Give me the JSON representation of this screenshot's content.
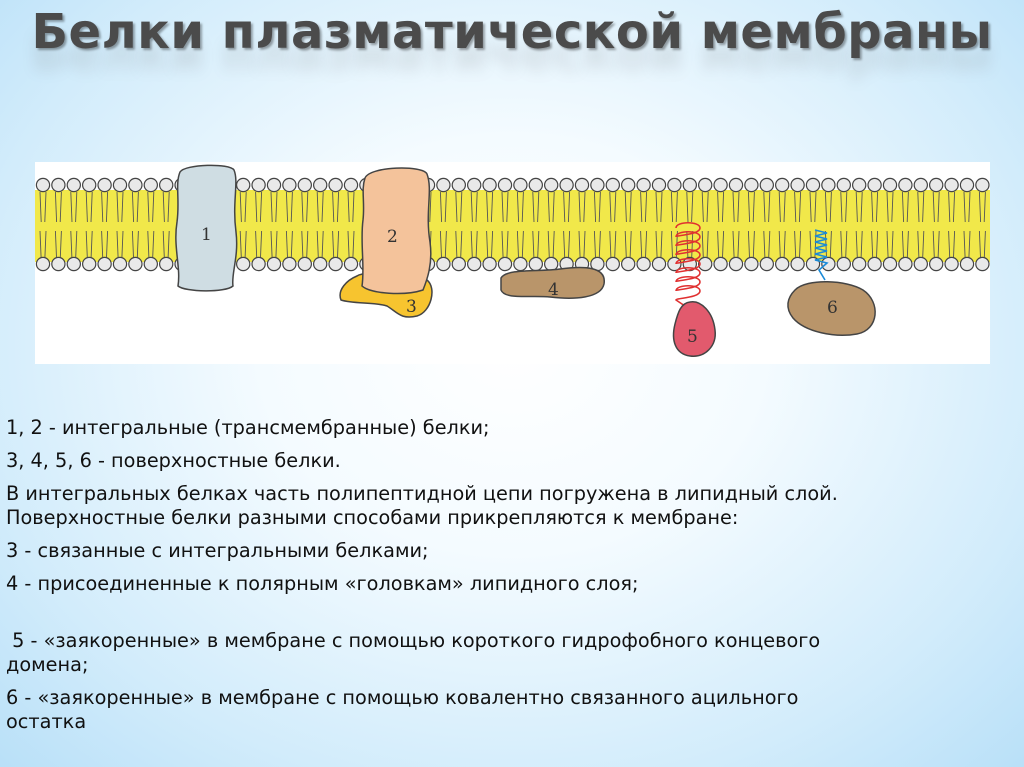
{
  "slide": {
    "title": "Белки плазматической мембраны"
  },
  "diagram": {
    "labels": [
      "1",
      "2",
      "3",
      "4",
      "5",
      "6"
    ]
  },
  "description": {
    "line1": "1, 2 - интегральные (трансмембранные) белки;",
    "line2": "3, 4, 5, 6 - поверхностные белки.",
    "line3a": "В интегральных белках часть полипептидной цепи погружена в липидный слой.",
    "line3b": "Поверхностные белки разными способами прикрепляются к мембране:",
    "line4": "3 - связанные с интегральными белками;",
    "line5": "4 - присоединенные к полярным «головкам» липидного слоя;",
    "line6a": " 5 - «заякоренные» в мембране с помощью короткого гидрофобного концевого",
    "line6b": "домена;",
    "line7a": "6 - «заякоренные» в мембране с помощью ковалентно связанного ацильного",
    "line7b": "остатка"
  },
  "colors": {
    "bilayer": "#f1e84a",
    "lipid_head": "#e9e9e9",
    "protein1": "#cfdde3",
    "protein2": "#f4c39b",
    "protein3": "#f7c42f",
    "protein4": "#b9956a",
    "protein5": "#e25a6d",
    "protein6": "#b9956a"
  }
}
